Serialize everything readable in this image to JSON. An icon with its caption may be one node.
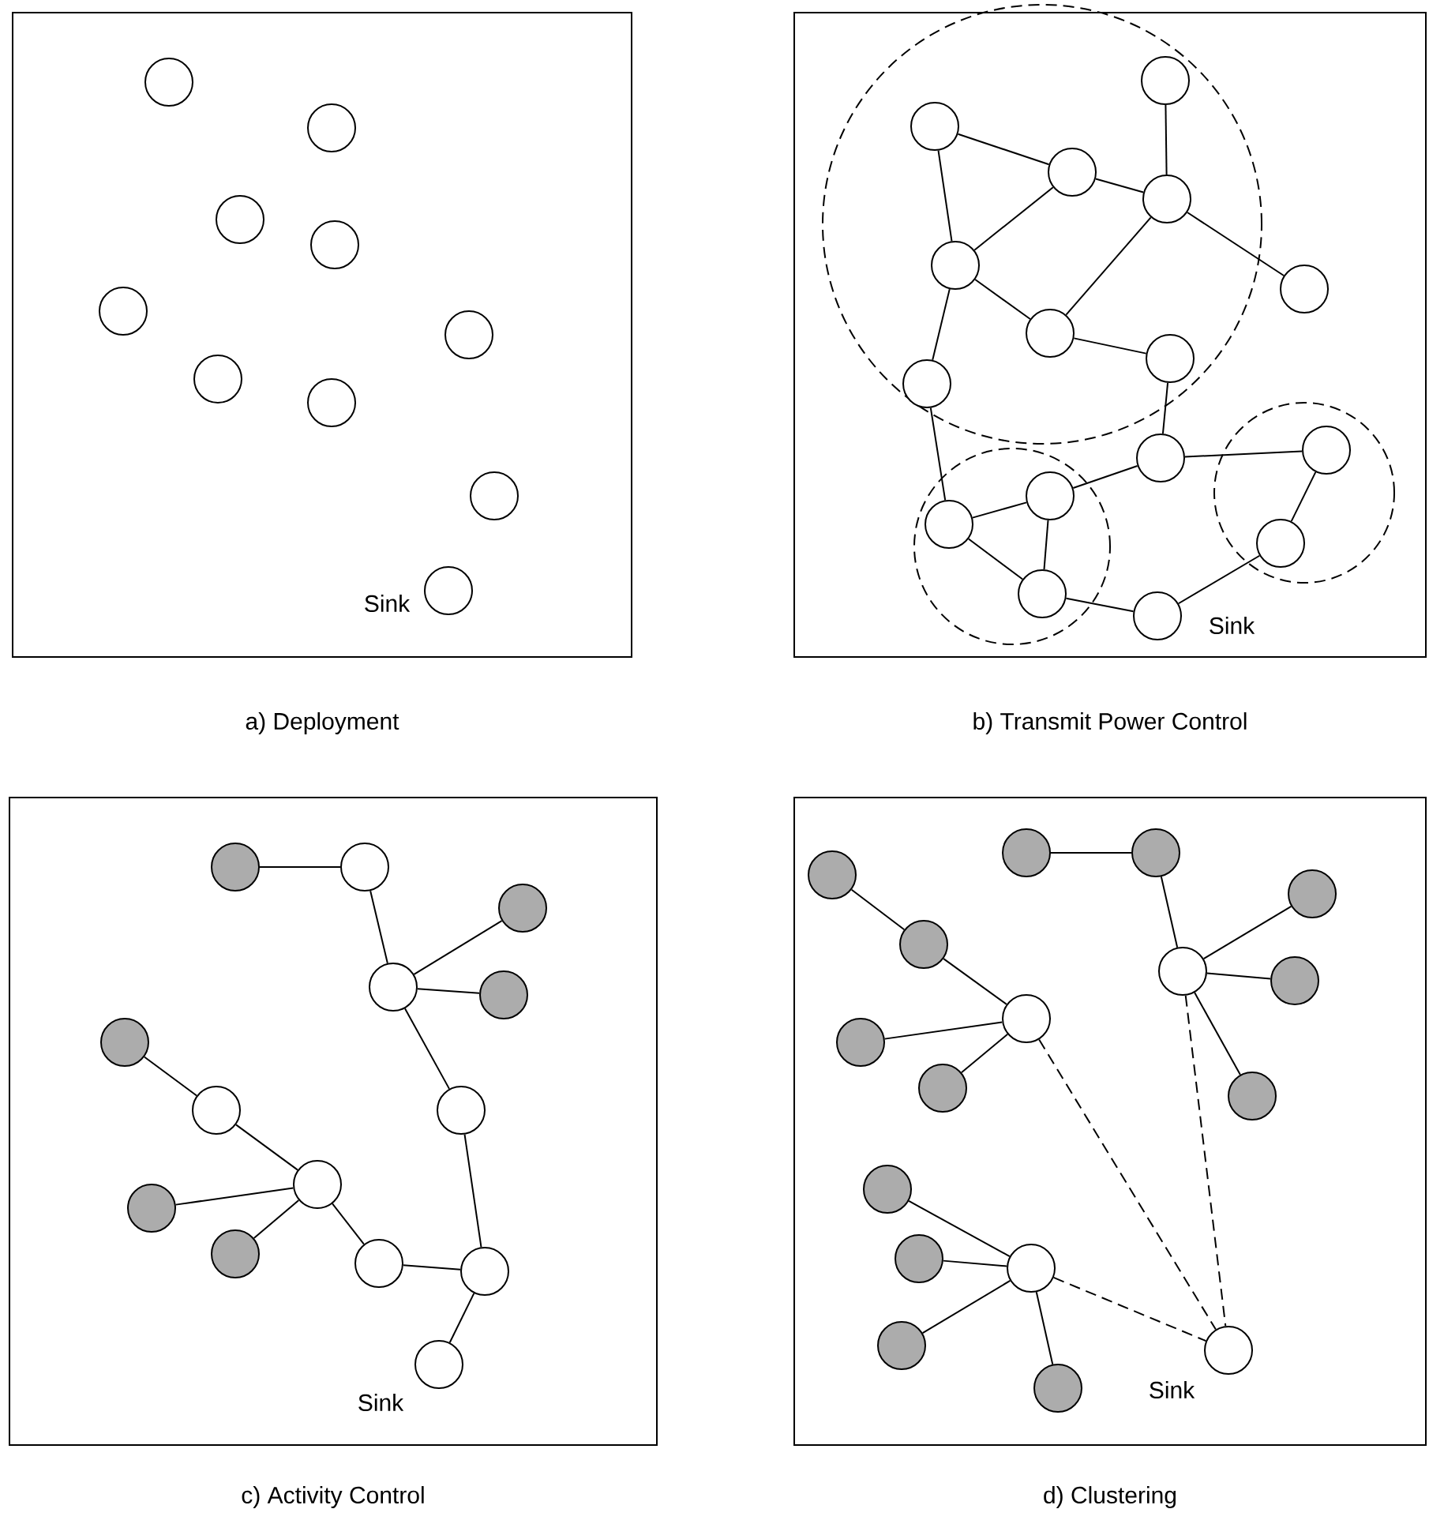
{
  "diagram": {
    "nodes": [
      {
        "text": [],
        "shape": "box",
        "beside": [
          "a) Deployment"
        ]
      },
      {
        "text": [],
        "shape": "circle",
        "in": 0
      },
      {
        "text": [],
        "shape": "circle",
        "in": 0
      },
      {
        "text": [],
        "shape": "circle",
        "in": 0
      },
      {
        "text": [],
        "shape": "circle",
        "in": 0
      },
      {
        "text": [],
        "shape": "circle",
        "in": 0
      },
      {
        "text": [],
        "shape": "circle",
        "in": 0
      },
      {
        "text": [],
        "shape": "circle",
        "in": 0
      },
      {
        "text": [],
        "shape": "circle",
        "in": 0
      },
      {
        "text": [],
        "shape": "circle",
        "in": 0
      },
      {
        "text": [],
        "shape": "circle",
        "in": 0,
        "beside": [
          "Sink"
        ]
      },
      {
        "text": [],
        "shape": "box",
        "beside": [
          "b) Transmit Power Control"
        ]
      },
      {
        "text": [],
        "shape": "circle",
        "in": 11
      },
      {
        "text": [],
        "shape": "circle",
        "in": 11
      },
      {
        "text": [],
        "shape": "circle",
        "in": 11
      },
      {
        "text": [],
        "shape": "circle",
        "in": 12
      },
      {
        "text": [],
        "shape": "circle",
        "in": 12
      },
      {
        "text": [],
        "shape": "circle",
        "in": 12
      },
      {
        "text": [],
        "shape": "circle",
        "in": 12
      },
      {
        "text": [],
        "shape": "circle",
        "in": 12
      },
      {
        "text": [],
        "shape": "circle",
        "in": 11
      },
      {
        "text": [],
        "shape": "circle",
        "in": 12
      },
      {
        "text": [],
        "shape": "circle",
        "in": 12
      },
      {
        "text": [],
        "shape": "circle",
        "in": 12
      },
      {
        "text": [],
        "shape": "circle",
        "in": 11
      },
      {
        "text": [],
        "shape": "circle",
        "in": 14
      },
      {
        "text": [],
        "shape": "circle",
        "in": 13
      },
      {
        "text": [],
        "shape": "circle",
        "in": 13
      },
      {
        "text": [],
        "shape": "circle",
        "in": 14
      },
      {
        "text": [],
        "shape": "circle",
        "in": 13
      },
      {
        "text": [],
        "shape": "circle",
        "in": 11,
        "beside": [
          "Sink"
        ]
      },
      {
        "text": [],
        "shape": "box",
        "beside": [
          "c) Activity Control"
        ]
      },
      {
        "text": [],
        "shape": "circle",
        "in": 31
      },
      {
        "text": [],
        "shape": "circle",
        "in": 31
      },
      {
        "text": [],
        "shape": "circle",
        "in": 31
      },
      {
        "text": [],
        "shape": "circle",
        "in": 31
      },
      {
        "text": [],
        "shape": "circle",
        "in": 31
      },
      {
        "text": [],
        "shape": "circle",
        "in": 31
      },
      {
        "text": [],
        "shape": "circle",
        "in": 31
      },
      {
        "text": [],
        "shape": "circle",
        "in": 31
      },
      {
        "text": [],
        "shape": "circle",
        "in": 31
      },
      {
        "text": [],
        "shape": "circle",
        "in": 31
      },
      {
        "text": [],
        "shape": "circle",
        "in": 31
      },
      {
        "text": [],
        "shape": "circle",
        "in": 31
      },
      {
        "text": [],
        "shape": "circle",
        "in": 31
      },
      {
        "text": [],
        "shape": "circle",
        "in": 31,
        "beside": [
          "Sink"
        ]
      },
      {
        "text": [],
        "shape": "box",
        "beside": [
          "d) Clustering"
        ]
      },
      {
        "text": [],
        "shape": "circle",
        "in": 46
      },
      {
        "text": [],
        "shape": "circle",
        "in": 46
      },
      {
        "text": [],
        "shape": "circle",
        "in": 46
      },
      {
        "text": [],
        "shape": "circle",
        "in": 46
      },
      {
        "text": [],
        "shape": "circle",
        "in": 46
      },
      {
        "text": [],
        "shape": "circle",
        "in": 46
      },
      {
        "text": [],
        "shape": "circle",
        "in": 46
      },
      {
        "text": [],
        "shape": "circle",
        "in": 46
      },
      {
        "text": [],
        "shape": "circle",
        "in": 46
      },
      {
        "text": [],
        "shape": "circle",
        "in": 46
      },
      {
        "text": [],
        "shape": "circle",
        "in": 46
      },
      {
        "text": [],
        "shape": "circle",
        "in": 46
      },
      {
        "text": [],
        "shape": "circle",
        "in": 46
      },
      {
        "text": [],
        "shape": "circle",
        "in": 46
      },
      {
        "text": [],
        "shape": "circle",
        "in": 46
      },
      {
        "text": [],
        "shape": "circle",
        "in": 46
      },
      {
        "text": [],
        "shape": "circle",
        "in": 46,
        "beside": [
          "Sink"
        ]
      }
    ],
    "edges": [
      {
        "from": 15,
        "to": 18,
        "arrow": "none"
      },
      {
        "from": 16,
        "to": 17,
        "arrow": "none"
      },
      {
        "from": 16,
        "to": 19,
        "arrow": "none"
      },
      {
        "from": 17,
        "to": 18,
        "arrow": "none"
      },
      {
        "from": 17,
        "to": 19,
        "arrow": "none"
      },
      {
        "from": 18,
        "to": 21,
        "arrow": "none"
      },
      {
        "from": 18,
        "to": 20,
        "arrow": "none"
      },
      {
        "from": 19,
        "to": 21,
        "arrow": "none"
      },
      {
        "from": 19,
        "to": 23,
        "arrow": "none"
      },
      {
        "from": 21,
        "to": 22,
        "arrow": "none"
      },
      {
        "from": 22,
        "to": 24,
        "arrow": "none"
      },
      {
        "from": 23,
        "to": 27,
        "arrow": "none"
      },
      {
        "from": 24,
        "to": 26,
        "arrow": "none"
      },
      {
        "from": 24,
        "to": 25,
        "arrow": "none"
      },
      {
        "from": 25,
        "to": 28,
        "arrow": "none"
      },
      {
        "from": 27,
        "to": 26,
        "arrow": "none"
      },
      {
        "from": 27,
        "to": 29,
        "arrow": "none"
      },
      {
        "from": 26,
        "to": 29,
        "arrow": "none"
      },
      {
        "from": 29,
        "to": 30,
        "arrow": "none"
      },
      {
        "from": 30,
        "to": 28,
        "arrow": "none"
      },
      {
        "from": 32,
        "to": 33,
        "arrow": "none"
      },
      {
        "from": 33,
        "to": 35,
        "arrow": "none"
      },
      {
        "from": 35,
        "to": 34,
        "arrow": "none"
      },
      {
        "from": 35,
        "to": 36,
        "arrow": "none"
      },
      {
        "from": 35,
        "to": 39,
        "arrow": "none"
      },
      {
        "from": 39,
        "to": 44,
        "arrow": "none"
      },
      {
        "from": 37,
        "to": 38,
        "arrow": "none"
      },
      {
        "from": 38,
        "to": 40,
        "arrow": "none"
      },
      {
        "from": 40,
        "to": 41,
        "arrow": "none"
      },
      {
        "from": 40,
        "to": 42,
        "arrow": "none"
      },
      {
        "from": 40,
        "to": 43,
        "arrow": "none"
      },
      {
        "from": 43,
        "to": 44,
        "arrow": "none"
      },
      {
        "from": 44,
        "to": 45,
        "arrow": "none"
      },
      {
        "from": 47,
        "to": 51,
        "arrow": "none"
      },
      {
        "from": 51,
        "to": 54,
        "arrow": "none"
      },
      {
        "from": 55,
        "to": 54,
        "arrow": "none"
      },
      {
        "from": 56,
        "to": 54,
        "arrow": "none"
      },
      {
        "from": 48,
        "to": 49,
        "arrow": "none"
      },
      {
        "from": 49,
        "to": 52,
        "arrow": "none"
      },
      {
        "from": 52,
        "to": 50,
        "arrow": "none"
      },
      {
        "from": 52,
        "to": 53,
        "arrow": "none"
      },
      {
        "from": 52,
        "to": 57,
        "arrow": "none"
      },
      {
        "from": 58,
        "to": 60,
        "arrow": "none"
      },
      {
        "from": 59,
        "to": 60,
        "arrow": "none"
      },
      {
        "from": 61,
        "to": 60,
        "arrow": "none"
      },
      {
        "from": 62,
        "to": 60,
        "arrow": "none"
      },
      {
        "from": 54,
        "to": 63,
        "arrow": "none",
        "style": "dashed"
      },
      {
        "from": 52,
        "to": 63,
        "arrow": "none",
        "style": "dashed"
      },
      {
        "from": 60,
        "to": 63,
        "arrow": "none",
        "style": "dashed"
      }
    ]
  }
}
